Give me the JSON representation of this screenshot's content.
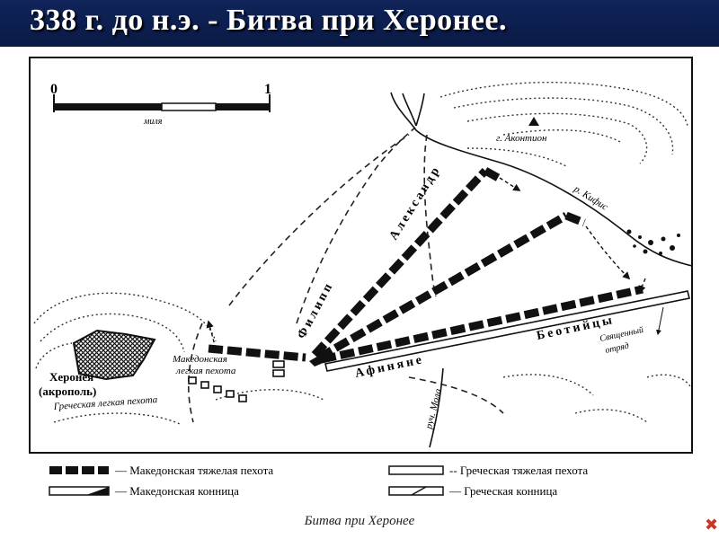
{
  "title": "338 г. до н.э. - Битва при Херонее.",
  "caption": "Битва при Херонее",
  "corner_icon": "share-icon",
  "scale": {
    "start": "0",
    "end": "1",
    "unit": "миля"
  },
  "places": {
    "mountain": "г. Аконтион",
    "river_kifis": "р. Кифис",
    "river_mola": "руч. Мола",
    "chaeronea_1": "Херонея",
    "chaeronea_2": "(акрополь)"
  },
  "units": {
    "alexander": "Александр",
    "philip": "Филипп",
    "boeotians": "Беотийцы",
    "athenians": "Афиняне",
    "sacred_band_1": "Священный",
    "sacred_band_2": "отряд",
    "mac_light_1": "Македонская",
    "mac_light_2": "легкая пехота",
    "greek_light": "Греческая легкая пехота"
  },
  "legend": [
    {
      "symbol": "macedonian-heavy",
      "label": "— Македонская тяжелая пехота"
    },
    {
      "symbol": "macedonian-cavalry",
      "label": "— Македонская конница"
    },
    {
      "symbol": "greek-heavy",
      "label": "-- Греческая тяжелая пехота"
    },
    {
      "symbol": "greek-cavalry",
      "label": "— Греческая конница"
    }
  ]
}
